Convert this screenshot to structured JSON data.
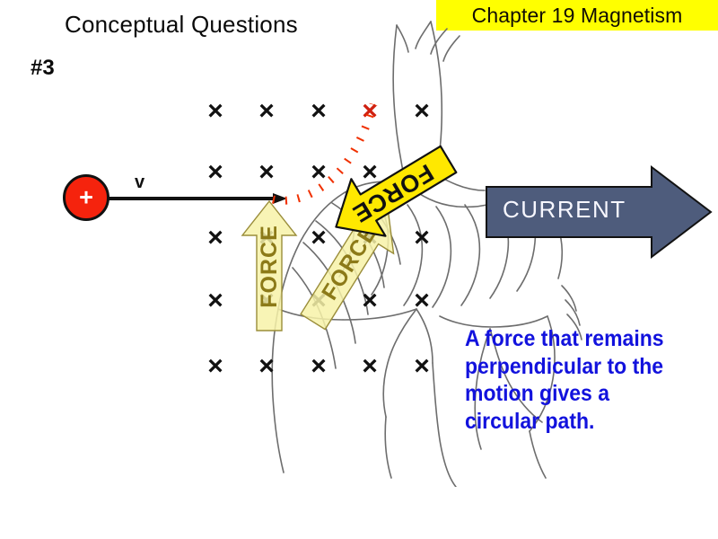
{
  "slide": {
    "title": "Conceptual Questions",
    "question_number": "#3",
    "chapter_banner": "Chapter 19 Magnetism",
    "background_color": "#ffffff",
    "banner_color": "#ffff00"
  },
  "physics": {
    "charge_symbol": "+",
    "charge_color": "#f5230d",
    "velocity_label": "v",
    "current_label": "CURRENT",
    "current_arrow_color": "#4e5c7c",
    "force_label": "FORCE",
    "force_arrow_bright_color": "#ffe800",
    "force_arrow_pale_color": "#f7f2a8",
    "trajectory_color": "#f03000"
  },
  "field": {
    "symbol": "X",
    "description": "magnetic field into the page",
    "columns_x": [
      240,
      297,
      355,
      412,
      470
    ],
    "rows_y": [
      124,
      192,
      265,
      335,
      408
    ],
    "highlighted": {
      "col": 3,
      "row": 0
    }
  },
  "force_arrows": [
    {
      "name": "force-vertical",
      "label": "FORCE",
      "style": "pale",
      "rotation_deg": 0
    },
    {
      "name": "force-tilted",
      "label": "FORCE",
      "style": "pale",
      "rotation_deg": 32
    },
    {
      "name": "force-bright",
      "label": "FORCE",
      "style": "bright",
      "rotation_deg": -121
    }
  ],
  "conclusion": {
    "line1": "A force that remains",
    "line2": "perpendicular to the",
    "line3": "motion gives a",
    "line4": "circular path.",
    "color": "#1212dd"
  }
}
